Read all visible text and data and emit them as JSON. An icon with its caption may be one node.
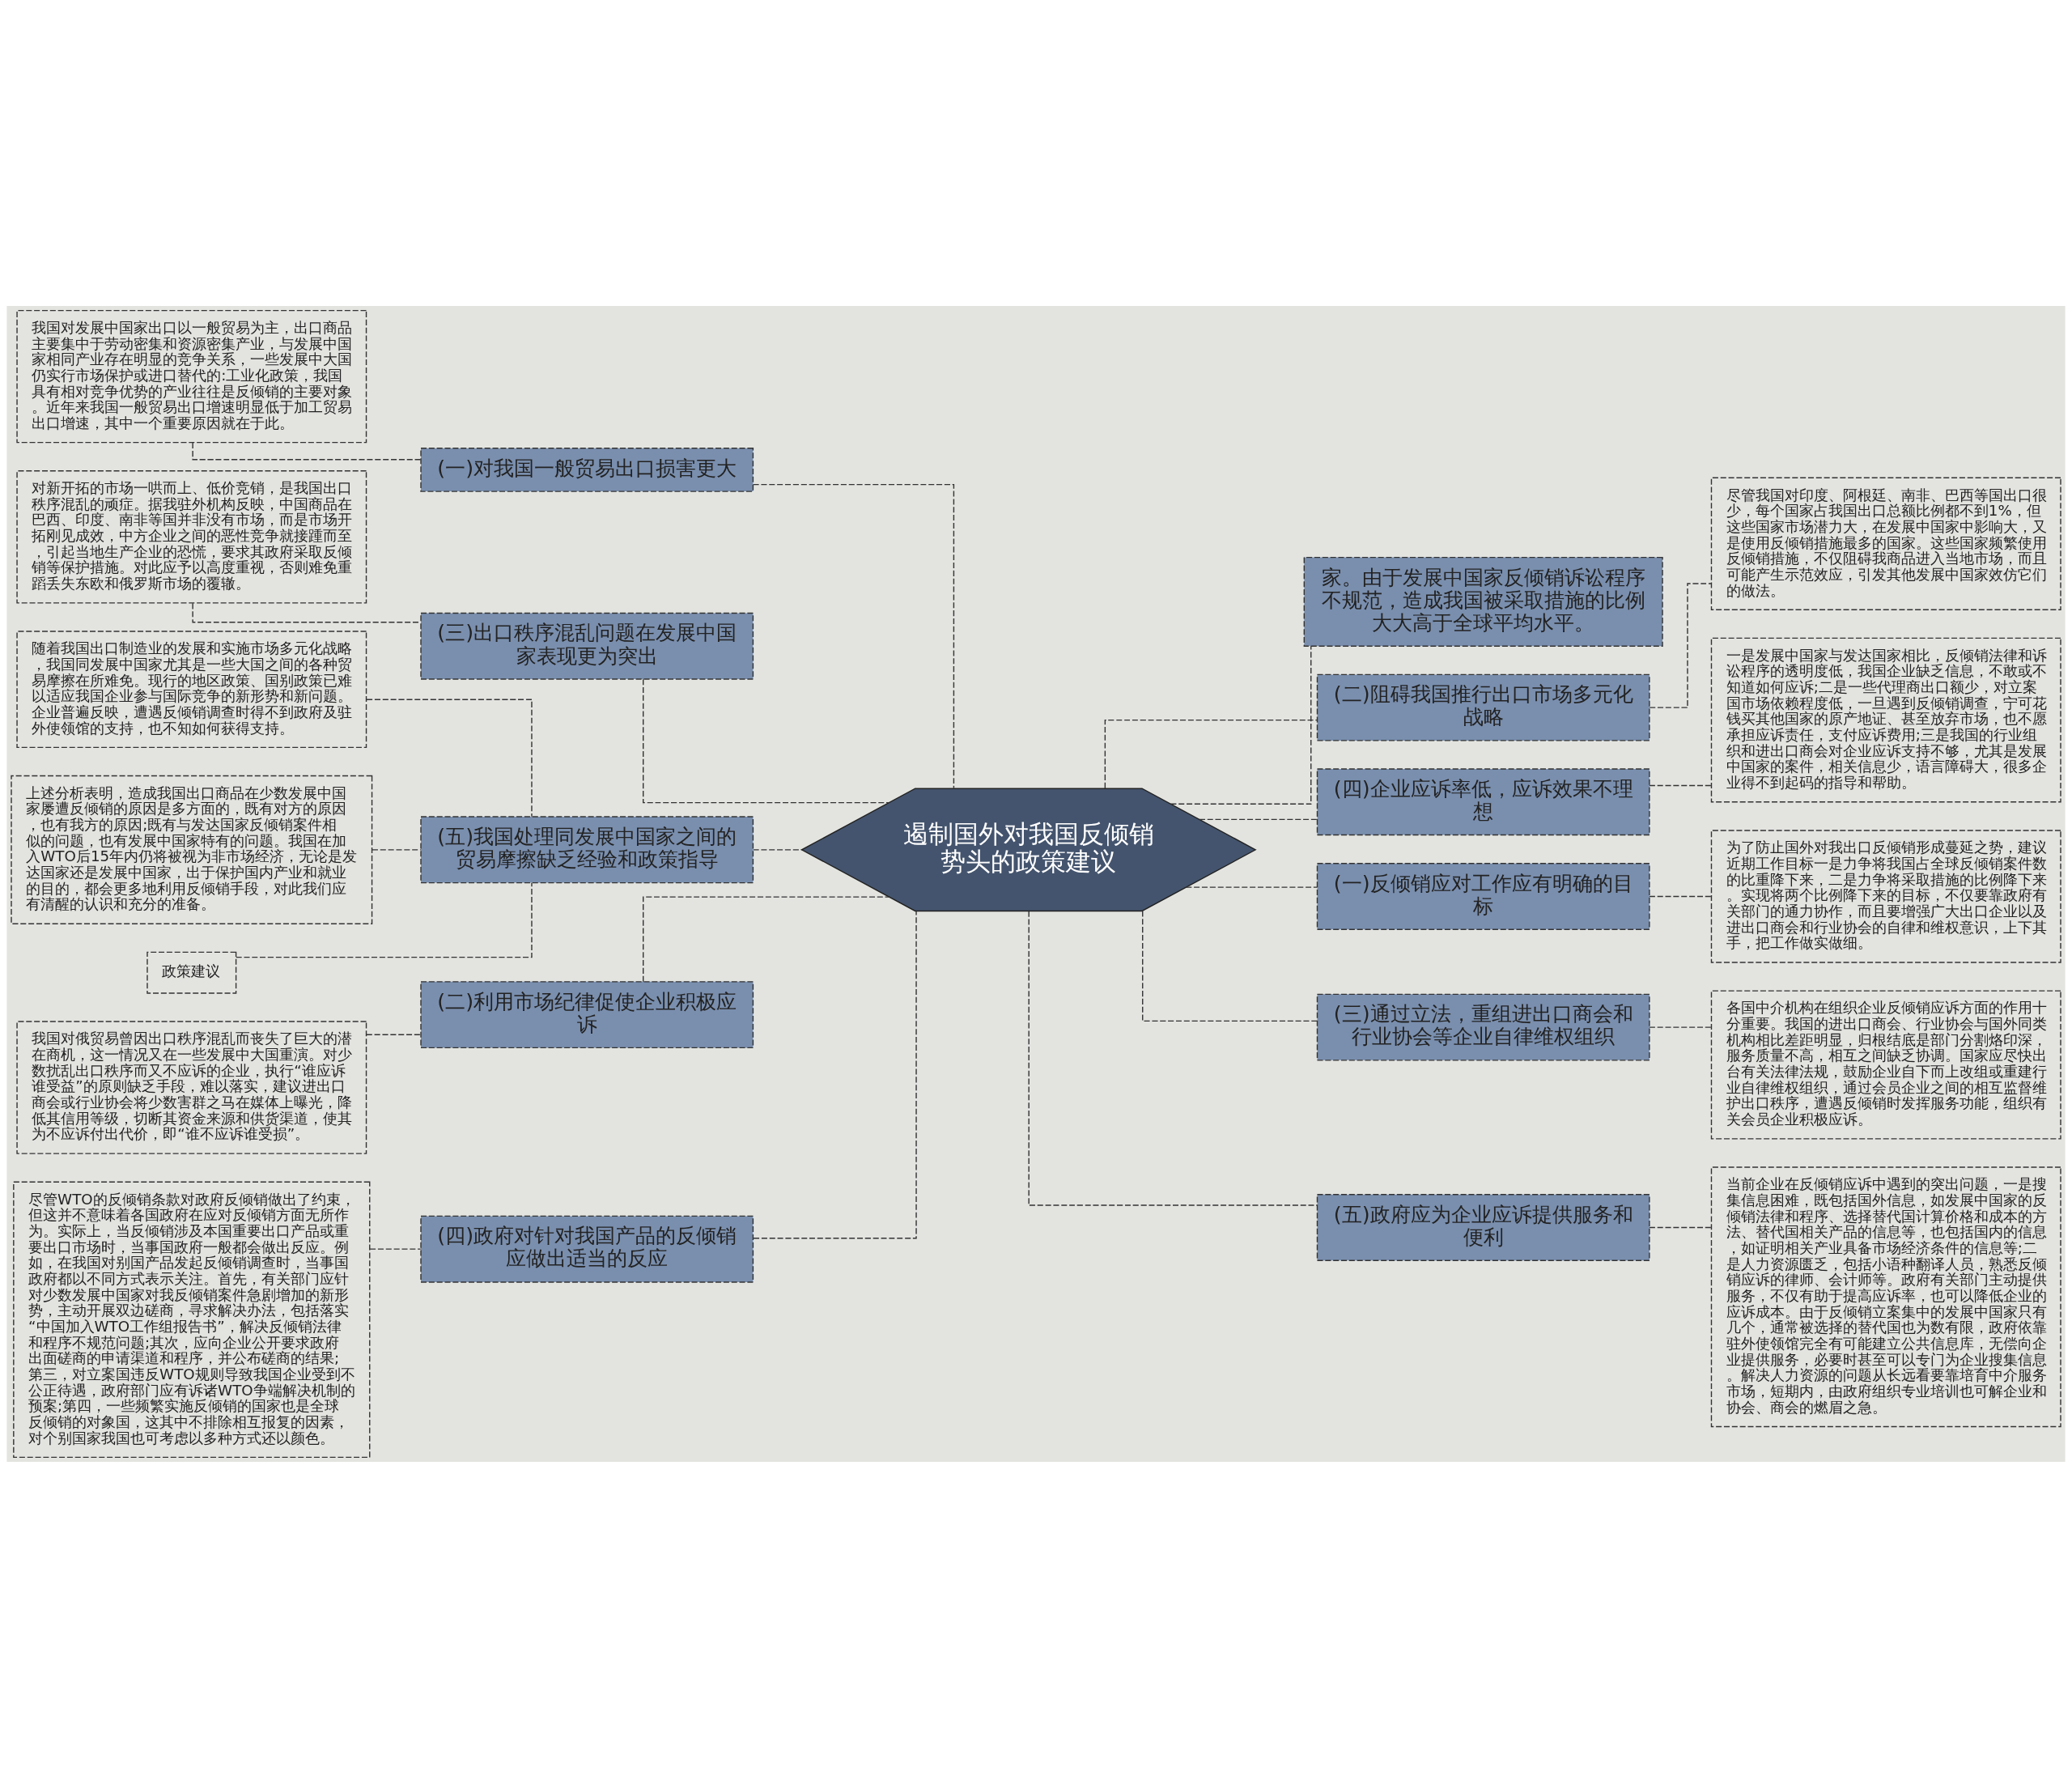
{
  "diagram": {
    "nodes": [
      {
        "text": [
          "遏制国外对我国反倾销势头的政策建议"
        ]
      },
      {
        "text": [
          "(一)对我国一般贸易出口损害更大"
        ]
      },
      {
        "text": [
          "我国对发展中国家出口以一般贸易为主，出口商品主要集中于劳动密集和资源密集产业，与发展中国家相同产业存在明显的竞争关系，一些发展中大国仍实行市场保护或进口替代的:工业化政策，我国具有相对竞争优势的产业往往是反倾销的主要对象。近年来我国一般贸易出口增速明显低于加工贸易出口增速，其中一个重要原因就在于此。"
        ]
      },
      {
        "text": [
          "(三)出口秩序混乱问题在发展中国家表现更为突出"
        ]
      },
      {
        "text": [
          "对新开拓的市场一哄而上、低价竞销，是我国出口秩序混乱的顽症。据我驻外机构反映，中国商品在巴西、印度、南非等国并非没有市场，而是市场开拓刚见成效，中方企业之间的恶性竞争就接踵而至，引起当地生产企业的恐慌，要求其政府采取反倾销等保护措施。对此应予以高度重视，否则难免重蹈丢失东欧和俄罗斯市场的覆辙。"
        ]
      },
      {
        "text": [
          "(五)我国处理同发展中国家之间的贸易摩擦缺乏经验和政策指导"
        ]
      },
      {
        "text": [
          "随着我国出口制造业的发展和实施市场多元化战略，我国同发展中国家尤其是一些大国之间的各种贸易摩擦在所难免。现行的地区政策、国别政策已难以适应我国企业参与国际竞争的新形势和新问题。企业普遍反映，遭遇反倾销调查时得不到政府及驻外使领馆的支持，也不知如何获得支持。"
        ]
      },
      {
        "text": [
          "上述分析表明，造成我国出口商品在少数发展中国家屡遭反倾销的原因是多方面的，既有对方的原因，也有我方的原因;既有与发达国家反倾销案件相似的问题，也有发展中国家特有的问题。我国在加入WTO后15年内仍将被视为非市场经济，无论是发达国家还是发展中国家，出于保护国内产业和就业的目的，都会更多地利用反倾销手段，对此我们应有清醒的认识和充分的准备。"
        ]
      },
      {
        "text": [
          "政策建议"
        ]
      },
      {
        "text": [
          "(二)利用市场纪律促使企业积极应诉"
        ]
      },
      {
        "text": [
          "我国对俄贸易曾因出口秩序混乱而丧失了巨大的潜在商机，这一情况又在一些发展中大国重演。对少数扰乱出口秩序而又不应诉的企业，执行“谁应诉谁受益”的原则缺乏手段，难以落实，建议进出口商会或行业协会将少数害群之马在媒体上曝光，降低其信用等级，切断其资金来源和供货渠道，使其为不应诉付出代价，即“谁不应诉谁受损”。"
        ]
      },
      {
        "text": [
          "(四)政府对针对我国产品的反倾销应做出适当的反应"
        ]
      },
      {
        "text": [
          "尽管WTO的反倾销条款对政府反倾销做出了约束，但这并不意味着各国政府在应对反倾销方面无所作为。实际上，当反倾销涉及本国重要出口产品或重要出口市场时，当事国政府一般都会做出反应。例如，在我国对别国产品发起反倾销调查时，当事国政府都以不同方式表示关注。首先，有关部门应针对少数发展中国家对我反倾销案件急剧增加的新形势，主动开展双边磋商，寻求解决办法，包括落实“中国加入WTO工作组报告书”，解决反倾销法律和程序不规范问题;其次，应向企业公开要求政府出面磋商的申请渠道和程序，并公布磋商的结果;第三，对立案国违反WTO规则导致我国企业受到不公正待遇，政府部门应有诉诸WTO争端解决机制的预案;第四，一些频繁实施反倾销的国家也是全球反倾销的对象国，这其中不排除相互报复的因素，对个别国家我国也可考虑以多种方式还以颜色。"
        ]
      },
      {
        "text": [
          "家。由于发展中国家反倾销诉讼程序不规范，造成我国被采取措施的比例大大高于全球平均水平。"
        ]
      },
      {
        "text": [
          "(二)阻碍我国推行出口市场多元化战略"
        ]
      },
      {
        "text": [
          "尽管我国对印度、阿根廷、南非、巴西等国出口很少，每个国家占我国出口总额比例都不到1%，但这些国家市场潜力大，在发展中国家中影响大，又是使用反倾销措施最多的国家。这些国家频繁使用反倾销措施，不仅阻碍我商品进入当地市场，而且可能产生示范效应，引发其他发展中国家效仿它们的做法。"
        ]
      },
      {
        "text": [
          "(四)企业应诉率低，应诉效果不理想"
        ]
      },
      {
        "text": [
          "一是发展中国家与发达国家相比，反倾销法律和诉讼程序的透明度低，我国企业缺乏信息，不敢或不知道如何应诉;二是一些代理商出口额少，对立案国市场依赖程度低，一旦遇到反倾销调查，宁可花钱买其他国家的原产地证、甚至放弃市场，也不愿承担应诉责任，支付应诉费用;三是我国的行业组织和进出口商会对企业应诉支持不够，尤其是发展中国家的案件，相关信息少，语言障碍大，很多企业得不到起码的指导和帮助。"
        ]
      },
      {
        "text": [
          "(一)反倾销应对工作应有明确的目标"
        ]
      },
      {
        "text": [
          "为了防止国外对我出口反倾销形成蔓延之势，建议近期工作目标一是力争将我国占全球反倾销案件数的比重降下来，二是力争将采取措施的比例降下来。实现将两个比例降下来的目标，不仅要靠政府有关部门的通力协作，而且要增强广大出口企业以及进出口商会和行业协会的自律和维权意识，上下其手，把工作做实做细。"
        ]
      },
      {
        "text": [
          "(三)通过立法，重组进出口商会和行业协会等企业自律维权组织"
        ]
      },
      {
        "text": [
          "各国中介机构在组织企业反倾销应诉方面的作用十分重要。我国的进出口商会、行业协会与国外同类机构相比差距明显，归根结底是部门分割烙印深，服务质量不高，相互之间缺乏协调。国家应尽快出台有关法律法规，鼓励企业自下而上改组或重建行业自律维权组织，通过会员企业之间的相互监督维护出口秩序，遭遇反倾销时发挥服务功能，组织有关会员企业积极应诉。"
        ]
      },
      {
        "text": [
          "(五)政府应为企业应诉提供服务和便利"
        ]
      },
      {
        "text": [
          "当前企业在反倾销应诉中遇到的突出问题，一是搜集信息困难，既包括国外信息，如发展中国家的反倾销法律和程序、选择替代国计算价格和成本的方法、替代国相关产品的信息等，也包括国内的信息，如证明相关产业具备市场经济条件的信息等;二是人力资源匮乏，包括小语种翻译人员，熟悉反倾销应诉的律师、会计师等。政府有关部门主动提供服务，不仅有助于提高应诉率，也可以降低企业的应诉成本。由于反倾销立案集中的发展中国家只有几个，通常被选择的替代国也为数有限，政府依靠驻外使领馆完全有可能建立公共信息库，无偿向企业提供服务，必要时甚至可以专门为企业搜集信息。解决人力资源的问题从长远看要靠培育中介服务市场，短期内，由政府组织专业培训也可解企业和协会、商会的燃眉之急。"
        ]
      }
    ],
    "edges": [
      {
        "from": 2,
        "to": 1,
        "arrow": "none",
        "style": "dashed"
      },
      {
        "from": 1,
        "to": 0,
        "arrow": "none",
        "style": "dashed"
      },
      {
        "from": 4,
        "to": 3,
        "arrow": "none",
        "style": "dashed"
      },
      {
        "from": 3,
        "to": 0,
        "arrow": "none",
        "style": "dashed"
      },
      {
        "from": 6,
        "to": 5,
        "arrow": "none",
        "style": "dashed"
      },
      {
        "from": 7,
        "to": 5,
        "arrow": "none",
        "style": "dashed"
      },
      {
        "from": 8,
        "to": 5,
        "arrow": "none",
        "style": "dashed"
      },
      {
        "from": 5,
        "to": 0,
        "arrow": "none",
        "style": "dashed"
      },
      {
        "from": 10,
        "to": 9,
        "arrow": "none",
        "style": "dashed"
      },
      {
        "from": 9,
        "to": 0,
        "arrow": "none",
        "style": "dashed"
      },
      {
        "from": 12,
        "to": 11,
        "arrow": "none",
        "style": "dashed"
      },
      {
        "from": 11,
        "to": 0,
        "arrow": "none",
        "style": "dashed"
      },
      {
        "from": 0,
        "to": 13,
        "arrow": "none",
        "style": "dashed"
      },
      {
        "from": 0,
        "to": 14,
        "arrow": "none",
        "style": "dashed"
      },
      {
        "from": 14,
        "to": 15,
        "arrow": "none",
        "style": "dashed"
      },
      {
        "from": 0,
        "to": 16,
        "arrow": "none",
        "style": "dashed"
      },
      {
        "from": 16,
        "to": 17,
        "arrow": "none",
        "style": "dashed"
      },
      {
        "from": 0,
        "to": 18,
        "arrow": "none",
        "style": "dashed"
      },
      {
        "from": 18,
        "to": 19,
        "arrow": "none",
        "style": "dashed"
      },
      {
        "from": 0,
        "to": 20,
        "arrow": "none",
        "style": "dashed"
      },
      {
        "from": 20,
        "to": 21,
        "arrow": "none",
        "style": "dashed"
      },
      {
        "from": 0,
        "to": 22,
        "arrow": "none",
        "style": "dashed"
      },
      {
        "from": 22,
        "to": 23,
        "arrow": "none",
        "style": "dashed"
      }
    ]
  }
}
